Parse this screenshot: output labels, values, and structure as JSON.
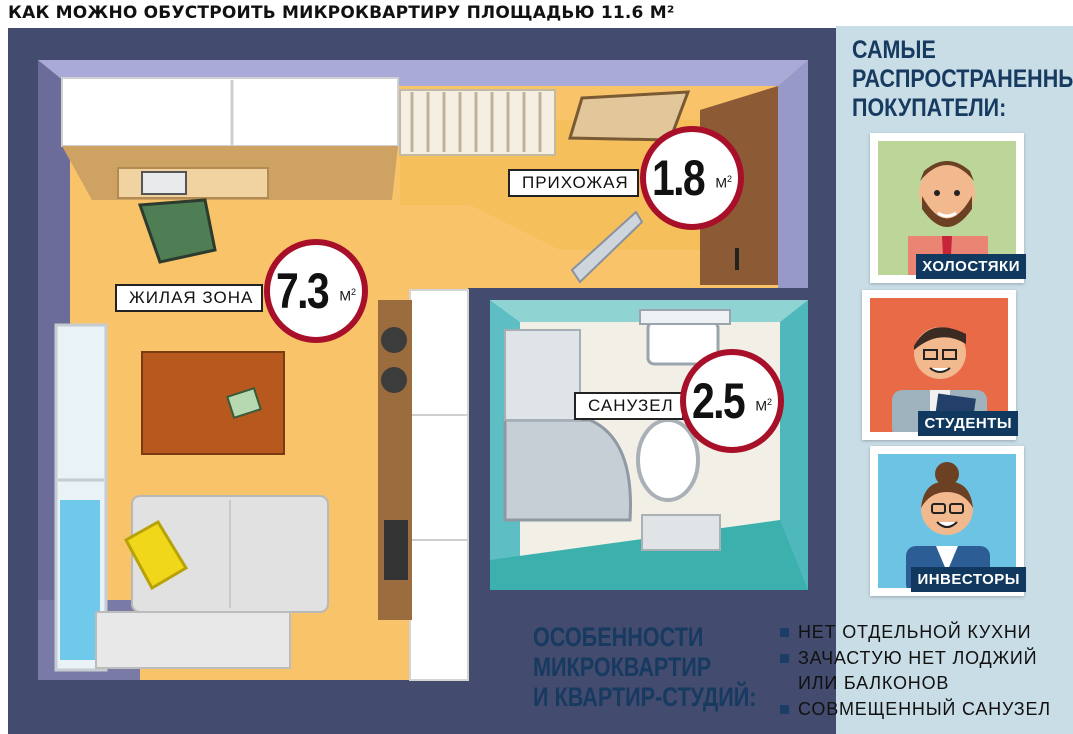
{
  "title": "КАК МОЖНО ОБУСТРОИТЬ МИКРОКВАРТИРУ ПЛОЩАДЬЮ 11.6 М²",
  "zones": [
    {
      "label": "ПРИХОЖАЯ",
      "value": "1.8",
      "unit": "М",
      "sup": "2"
    },
    {
      "label": "ЖИЛАЯ ЗОНА",
      "value": "7.3",
      "unit": "М",
      "sup": "2"
    },
    {
      "label": "САНУЗЕЛ",
      "value": "2.5",
      "unit": "М",
      "sup": "2"
    }
  ],
  "buyers": {
    "title_lines": [
      "САМЫЕ",
      "РАСПРОСТРАНЕННЫЕ",
      "ПОКУПАТЕЛИ:"
    ],
    "items": [
      {
        "label": "ХОЛОСТЯКИ",
        "bg": "#bcd69a"
      },
      {
        "label": "СТУДЕНТЫ",
        "bg": "#e86a46"
      },
      {
        "label": "ИНВЕСТОРЫ",
        "bg": "#6cc3e3"
      }
    ]
  },
  "features": {
    "title_lines": [
      "ОСОБЕННОСТИ",
      "МИКРОКВАРТИР",
      "И КВАРТИР-СТУДИЙ:"
    ],
    "items": [
      {
        "lines": [
          "НЕТ ОТДЕЛЬНОЙ КУХНИ"
        ]
      },
      {
        "lines": [
          "ЗАЧАСТУЮ НЕТ ЛОДЖИЙ",
          "ИЛИ БАЛКОНОВ"
        ]
      },
      {
        "lines": [
          "СОВМЕЩЕННЫЙ САНУЗЕЛ"
        ]
      }
    ]
  },
  "colors": {
    "wall": "#434b6e",
    "floor": "#f7c46a",
    "hall_wall": "#a7a9d6",
    "bath_wall": "#5fc2c5",
    "accent_red": "#a8102a",
    "navy": "#11395f",
    "side_panel": "#c7dbe5"
  }
}
